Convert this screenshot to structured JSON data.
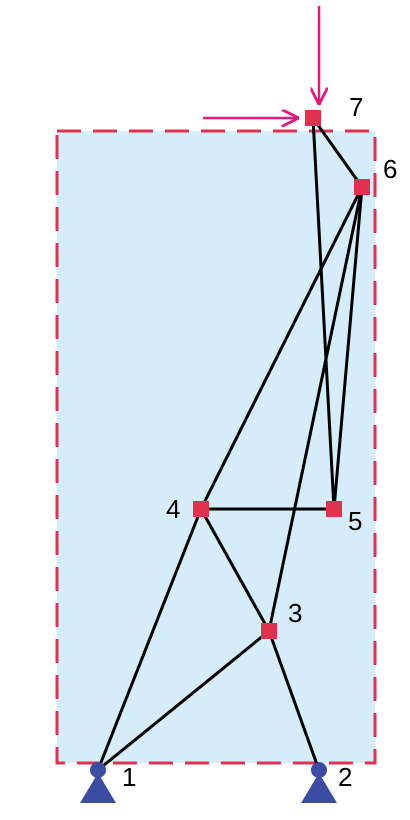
{
  "colors": {
    "domain_fill": "#d4edf8",
    "domain_border": "#e0314f",
    "member": "#000000",
    "node": "#e0314f",
    "support": "#3a4da3",
    "load": "#e4197a"
  },
  "nodes": [
    {
      "id": "1",
      "label": "1",
      "kind": "support"
    },
    {
      "id": "2",
      "label": "2",
      "kind": "support"
    },
    {
      "id": "3",
      "label": "3",
      "kind": "joint"
    },
    {
      "id": "4",
      "label": "4",
      "kind": "joint"
    },
    {
      "id": "5",
      "label": "5",
      "kind": "joint"
    },
    {
      "id": "6",
      "label": "6",
      "kind": "joint"
    },
    {
      "id": "7",
      "label": "7",
      "kind": "joint"
    }
  ],
  "members": [
    [
      "1",
      "4"
    ],
    [
      "1",
      "3"
    ],
    [
      "2",
      "3"
    ],
    [
      "3",
      "4"
    ],
    [
      "3",
      "6"
    ],
    [
      "4",
      "5"
    ],
    [
      "4",
      "6"
    ],
    [
      "5",
      "6"
    ],
    [
      "5",
      "7"
    ],
    [
      "6",
      "7"
    ]
  ],
  "loads": [
    {
      "node": "7",
      "direction": "down"
    },
    {
      "node": "7",
      "direction": "right"
    }
  ]
}
